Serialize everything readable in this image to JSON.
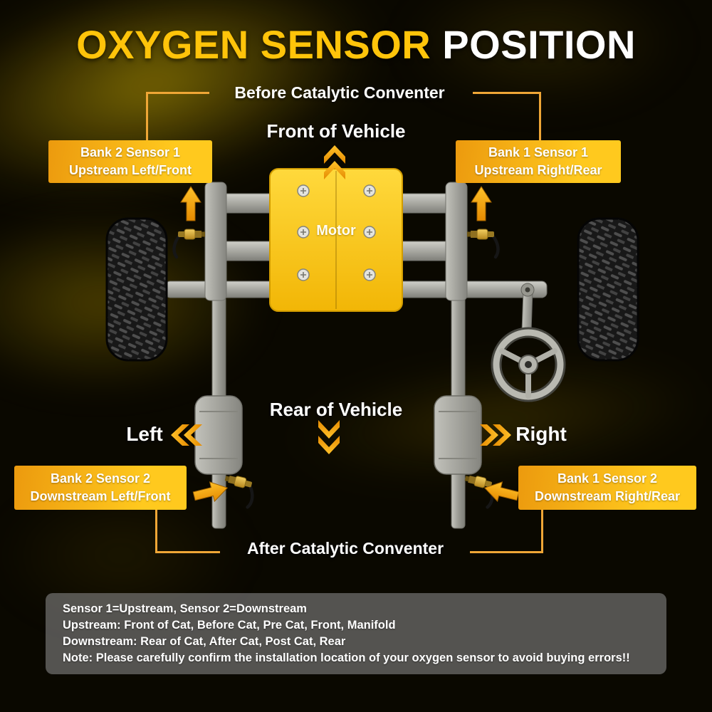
{
  "title": {
    "highlight": "OXYGEN SENSOR",
    "rest": " POSITION"
  },
  "diagram": {
    "before_cat_label": "Before Catalytic Conventer",
    "after_cat_label": "After Catalytic Conventer",
    "front_label": "Front of Vehicle",
    "rear_label": "Rear of Vehicle",
    "left_label": "Left",
    "right_label": "Right",
    "motor_label": "Motor"
  },
  "sensor_boxes": {
    "bank2_sensor1": {
      "line1": "Bank 2 Sensor 1",
      "line2": "Upstream Left/Front"
    },
    "bank1_sensor1": {
      "line1": "Bank 1 Sensor 1",
      "line2": "Upstream Right/Rear"
    },
    "bank2_sensor2": {
      "line1": "Bank 2 Sensor 2",
      "line2": "Downstream Left/Front"
    },
    "bank1_sensor2": {
      "line1": "Bank 1 Sensor 2",
      "line2": "Downstream Right/Rear"
    }
  },
  "notes": {
    "lines": [
      "Sensor 1=Upstream, Sensor 2=Downstream",
      "Upstream: Front of Cat, Before Cat, Pre Cat, Front, Manifold",
      "Downstream: Rear of Cat, After Cat, Post Cat, Rear",
      "Note: Please carefully confirm the installation location of your oxygen sensor to avoid buying errors!!"
    ]
  },
  "colors": {
    "title_yellow": "#FFC40A",
    "label_box_orange": "#EC9A0E",
    "label_box_yellow": "#FFC91E",
    "arrow_orange": "#F5A623",
    "motor_yellow": "#FFD93C",
    "frame_gray": "#A9A9A3",
    "panel_gray": "#8A8A8A",
    "text_white": "#FFFFFF",
    "background_black": "#0A0800"
  }
}
